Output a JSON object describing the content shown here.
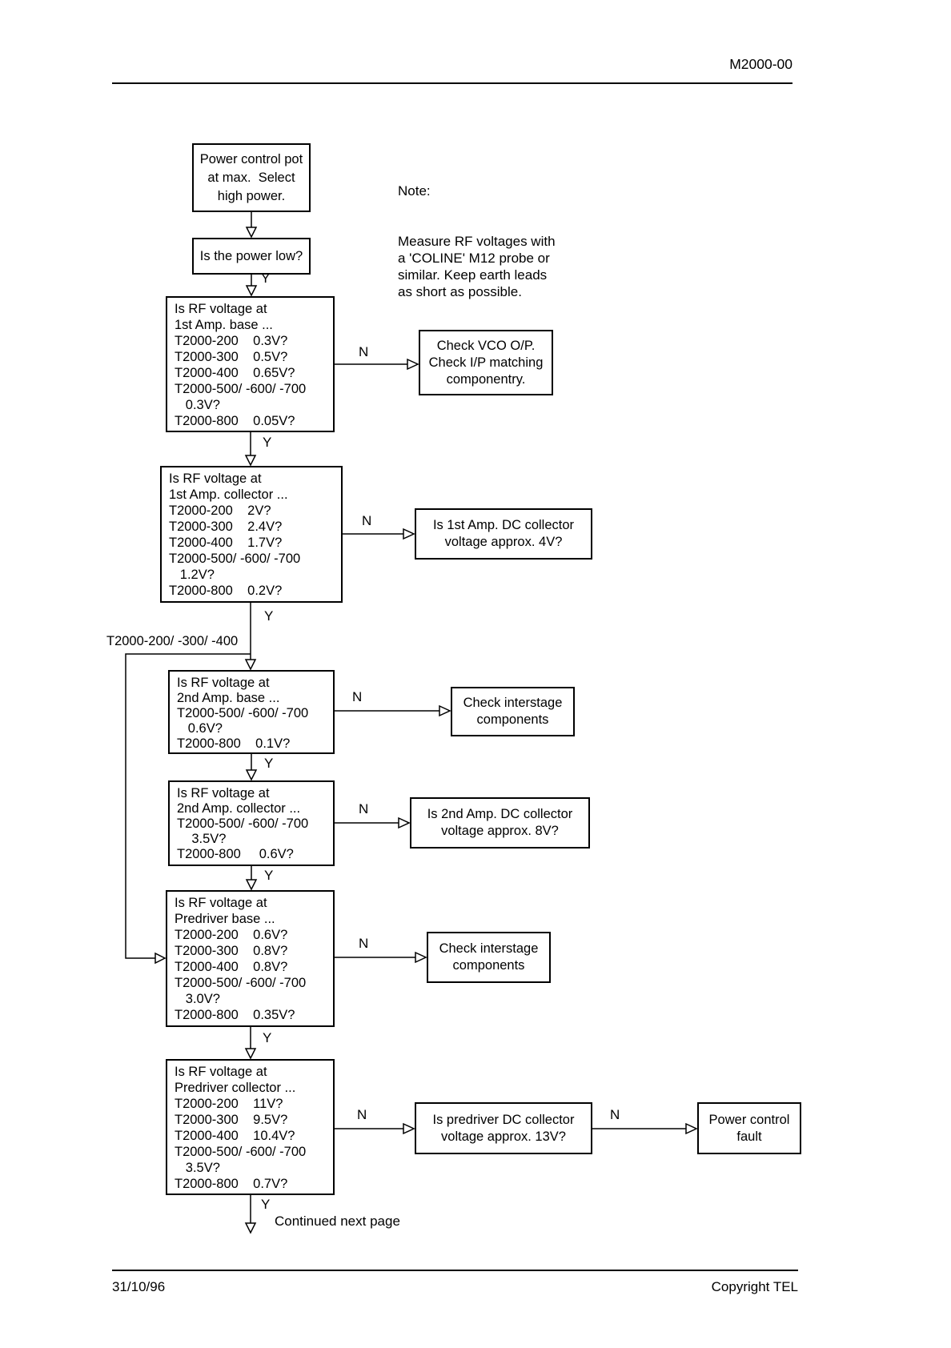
{
  "header": {
    "doc_ref": "M2000-00"
  },
  "footer": {
    "date": "31/10/96",
    "copyright": "Copyright TEL"
  },
  "note": {
    "title": "Note:",
    "body": [
      "Measure RF voltages with",
      "a 'COLINE' M12 probe or",
      "similar. Keep earth leads",
      "as short as possible."
    ]
  },
  "labels": {
    "yes": "Y",
    "no": "N",
    "branch": "T2000-200/ -300/ -400",
    "continued": "Continued next page"
  },
  "boxes": {
    "power_pot": [
      "Power control pot",
      "at max.  Select",
      "high power."
    ],
    "power_low": [
      "Is the power low?"
    ],
    "rf_1st_base": [
      "Is RF voltage at",
      "1st Amp. base ...",
      "T2000-200    0.3V?",
      "T2000-300    0.5V?",
      "T2000-400    0.65V?",
      "T2000-500/ -600/ -700",
      "   0.3V?",
      "T2000-800    0.05V?"
    ],
    "rf_1st_collector": [
      "Is RF voltage at",
      "1st Amp. collector ...",
      "T2000-200    2V?",
      "T2000-300    2.4V?",
      "T2000-400    1.7V?",
      "T2000-500/ -600/ -700",
      "   1.2V?",
      "T2000-800    0.2V?"
    ],
    "rf_2nd_base": [
      "Is RF voltage at",
      "2nd Amp. base ...",
      "T2000-500/ -600/ -700",
      "   0.6V?",
      "T2000-800    0.1V?"
    ],
    "rf_2nd_collector": [
      "Is RF voltage at",
      "2nd Amp. collector ...",
      "T2000-500/ -600/ -700",
      "    3.5V?",
      "T2000-800     0.6V?"
    ],
    "predriver_base": [
      "Is RF voltage at",
      "Predriver base ...",
      "T2000-200    0.6V?",
      "T2000-300    0.8V?",
      "T2000-400    0.8V?",
      "T2000-500/ -600/ -700",
      "   3.0V?",
      "T2000-800    0.35V?"
    ],
    "predriver_collector": [
      "Is RF voltage at",
      "Predriver collector ...",
      "T2000-200    11V?",
      "T2000-300    9.5V?",
      "T2000-400    10.4V?",
      "T2000-500/ -600/ -700",
      "   3.5V?",
      "T2000-800    0.7V?"
    ],
    "check_vco": [
      "Check VCO O/P.",
      "Check I/P matching",
      "componentry."
    ],
    "dc_1st": [
      "Is 1st Amp. DC collector",
      "voltage approx. 4V?"
    ],
    "check_interstage_1": [
      "Check interstage",
      "components"
    ],
    "dc_2nd": [
      "Is 2nd Amp. DC collector",
      "voltage approx. 8V?"
    ],
    "check_interstage_2": [
      "Check interstage",
      "components"
    ],
    "dc_predriver": [
      "Is predriver DC collector",
      "voltage approx. 13V?"
    ],
    "power_fault": [
      "Power control",
      "fault"
    ]
  }
}
